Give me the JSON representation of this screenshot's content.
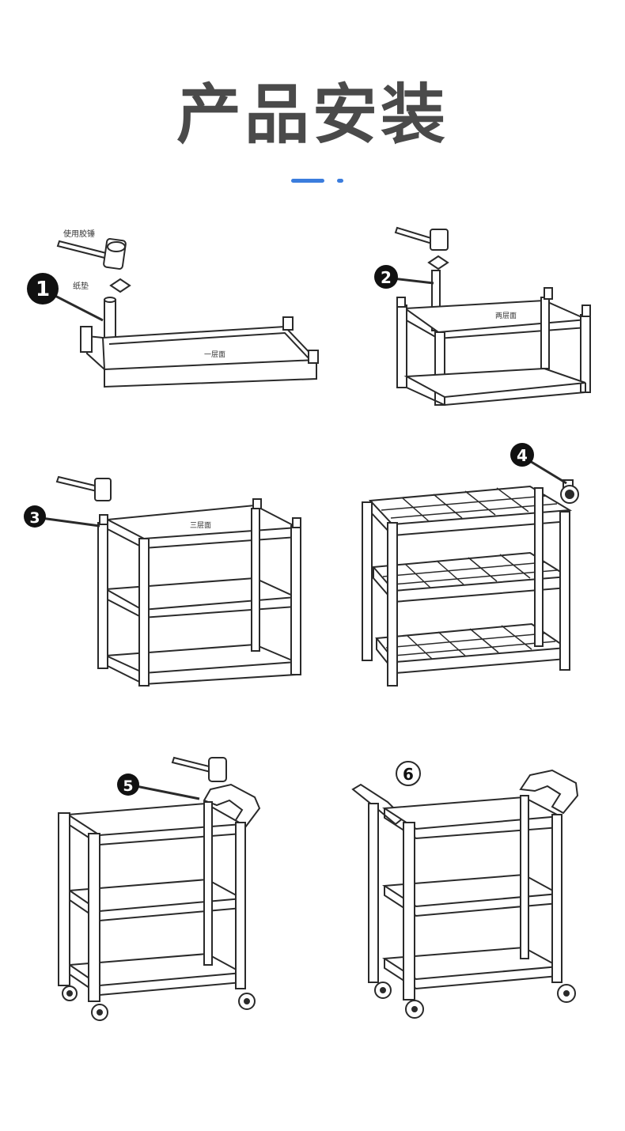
{
  "title": "产品安装",
  "colors": {
    "title": "#4a4a4a",
    "accent": "#3b7ddd",
    "line": "#2a2a2a",
    "badge": "#111111"
  },
  "steps": [
    {
      "number": "1",
      "callout_hammer": "使用胶锤",
      "callout_pad": "纸垫",
      "shelf_label": "一层面"
    },
    {
      "number": "2",
      "shelf_label": "两层面"
    },
    {
      "number": "3",
      "shelf_label": "三层面"
    },
    {
      "number": "4"
    },
    {
      "number": "5"
    },
    {
      "number": "6"
    }
  ]
}
